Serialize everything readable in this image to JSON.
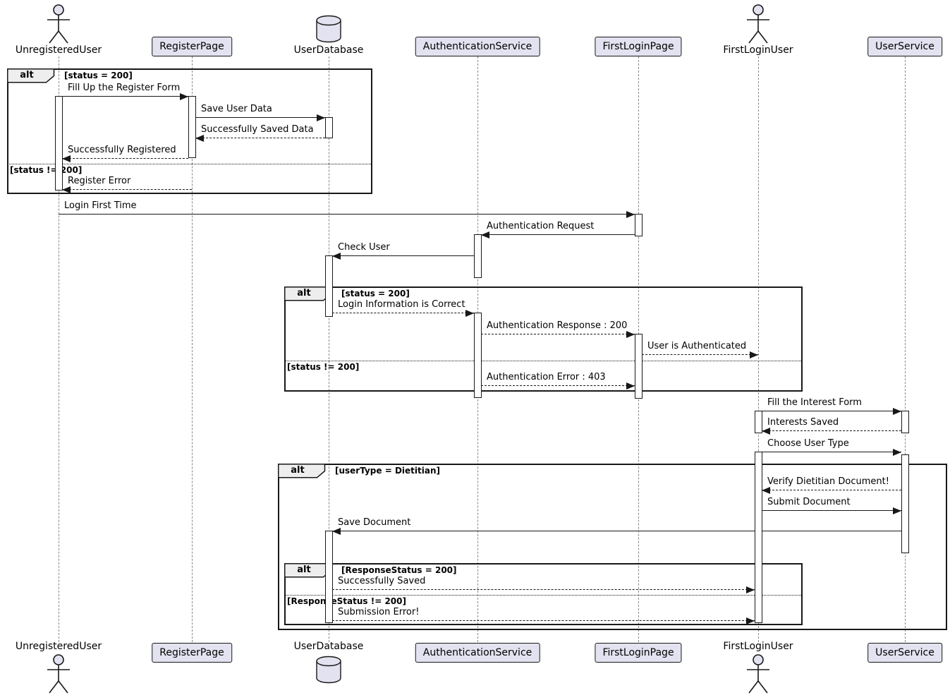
{
  "diagram": {
    "type": "uml-sequence-diagram",
    "colors": {
      "background": "#FFFFFF",
      "participant_fill": "#E2E2F0",
      "participant_border": "#181818",
      "frame_border": "#181818",
      "frame_label_fill": "#EEEEEE",
      "message_line": "#181818",
      "lifeline": "#888888"
    },
    "participants": [
      {
        "name": "UnregisteredUser",
        "kind": "actor"
      },
      {
        "name": "RegisterPage",
        "kind": "participant"
      },
      {
        "name": "UserDatabase",
        "kind": "database"
      },
      {
        "name": "AuthenticationService",
        "kind": "participant"
      },
      {
        "name": "FirstLoginPage",
        "kind": "participant"
      },
      {
        "name": "FirstLoginUser",
        "kind": "actor"
      },
      {
        "name": "UserService",
        "kind": "participant"
      }
    ],
    "frames": [
      {
        "operator": "alt",
        "conditions": [
          "[status = 200]",
          "[status != 200]"
        ]
      },
      {
        "operator": "alt",
        "conditions": [
          "[status = 200]",
          "[status != 200]"
        ]
      },
      {
        "operator": "alt",
        "conditions": [
          "[userType = Dietitian]"
        ]
      },
      {
        "operator": "alt",
        "conditions": [
          "[ResponseStatus = 200]",
          "[ResponseStatus != 200]"
        ]
      }
    ],
    "messages": [
      {
        "text": "Fill Up the Register Form",
        "from": "UnregisteredUser",
        "to": "RegisterPage",
        "style": "solid"
      },
      {
        "text": "Save User Data",
        "from": "RegisterPage",
        "to": "UserDatabase",
        "style": "solid"
      },
      {
        "text": "Successfully Saved Data",
        "from": "UserDatabase",
        "to": "RegisterPage",
        "style": "dashed"
      },
      {
        "text": "Successfully Registered",
        "from": "RegisterPage",
        "to": "UnregisteredUser",
        "style": "dashed"
      },
      {
        "text": "Register Error",
        "from": "RegisterPage",
        "to": "UnregisteredUser",
        "style": "dashed"
      },
      {
        "text": "Login First Time",
        "from": "UnregisteredUser",
        "to": "FirstLoginPage",
        "style": "solid"
      },
      {
        "text": "Authentication Request",
        "from": "FirstLoginPage",
        "to": "AuthenticationService",
        "style": "solid"
      },
      {
        "text": "Check User",
        "from": "AuthenticationService",
        "to": "UserDatabase",
        "style": "solid"
      },
      {
        "text": "Login Information is Correct",
        "from": "UserDatabase",
        "to": "AuthenticationService",
        "style": "dashed"
      },
      {
        "text": "Authentication Response : 200",
        "from": "AuthenticationService",
        "to": "FirstLoginPage",
        "style": "dashed"
      },
      {
        "text": "User is Authenticated",
        "from": "FirstLoginPage",
        "to": "FirstLoginUser",
        "style": "dashed"
      },
      {
        "text": "Authentication Error : 403",
        "from": "AuthenticationService",
        "to": "FirstLoginPage",
        "style": "dashed"
      },
      {
        "text": "Fill the Interest Form",
        "from": "FirstLoginUser",
        "to": "UserService",
        "style": "solid"
      },
      {
        "text": "Interests Saved",
        "from": "UserService",
        "to": "FirstLoginUser",
        "style": "dashed"
      },
      {
        "text": "Choose User Type",
        "from": "FirstLoginUser",
        "to": "UserService",
        "style": "solid"
      },
      {
        "text": "Verify Dietitian Document!",
        "from": "UserService",
        "to": "FirstLoginUser",
        "style": "dashed"
      },
      {
        "text": "Submit Document",
        "from": "FirstLoginUser",
        "to": "UserService",
        "style": "solid"
      },
      {
        "text": "Save Document",
        "from": "UserService",
        "to": "UserDatabase",
        "style": "solid"
      },
      {
        "text": "Successfully Saved",
        "from": "UserDatabase",
        "to": "FirstLoginUser",
        "style": "dashed"
      },
      {
        "text": "Submission Error!",
        "from": "UserDatabase",
        "to": "FirstLoginUser",
        "style": "dashed"
      }
    ]
  }
}
